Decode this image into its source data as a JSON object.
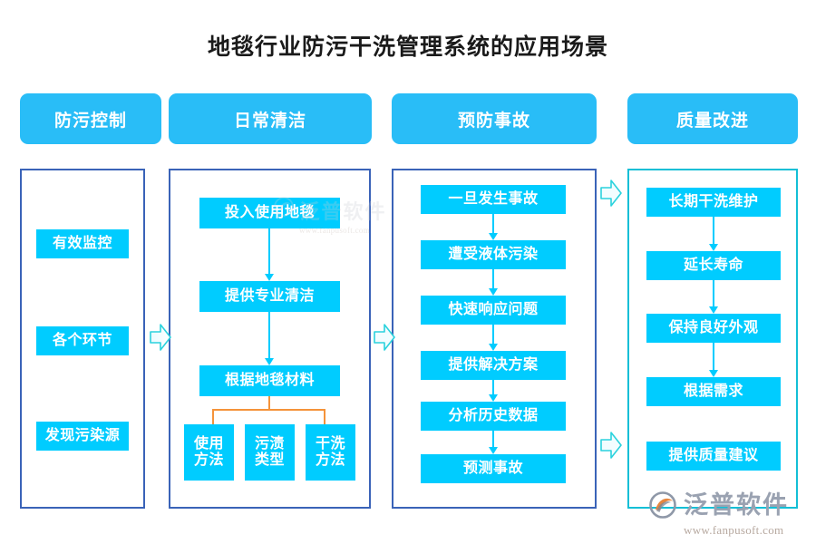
{
  "page": {
    "title": "地毯行业防污干洗管理系统的应用场景",
    "accent_cyan": "#00ccff",
    "accent_pill": "#29bdf7",
    "border_blue": "#3a63b8",
    "border_cyan": "#13bfd6",
    "branch_orange": "#f5933a"
  },
  "headers": [
    {
      "label": "防污控制"
    },
    {
      "label": "日常清洁"
    },
    {
      "label": "预防事故"
    },
    {
      "label": "质量改进"
    }
  ],
  "columns": [
    {
      "name": "防污控制",
      "nodes": [
        {
          "label": "有效监控"
        },
        {
          "label": "各个环节"
        },
        {
          "label": "发现污染源"
        }
      ]
    },
    {
      "name": "日常清洁",
      "nodes": [
        {
          "label": "投入使用地毯"
        },
        {
          "label": "提供专业清洁"
        },
        {
          "label": "根据地毯材料"
        }
      ],
      "leaves": [
        {
          "line1": "使用",
          "line2": "方法"
        },
        {
          "line1": "污渍",
          "line2": "类型"
        },
        {
          "line1": "干洗",
          "line2": "方法"
        }
      ]
    },
    {
      "name": "预防事故",
      "nodes": [
        {
          "label": "一旦发生事故"
        },
        {
          "label": "遭受液体污染"
        },
        {
          "label": "快速响应问题"
        },
        {
          "label": "提供解决方案"
        },
        {
          "label": "分析历史数据"
        },
        {
          "label": "预测事故"
        }
      ]
    },
    {
      "name": "质量改进",
      "nodes": [
        {
          "label": "长期干洗维护"
        },
        {
          "label": "延长寿命"
        },
        {
          "label": "保持良好外观"
        },
        {
          "label": "根据需求"
        },
        {
          "label": "提供质量建议"
        }
      ]
    }
  ],
  "logo": {
    "name": "泛普软件",
    "url": "www.fanpusoft.com"
  }
}
